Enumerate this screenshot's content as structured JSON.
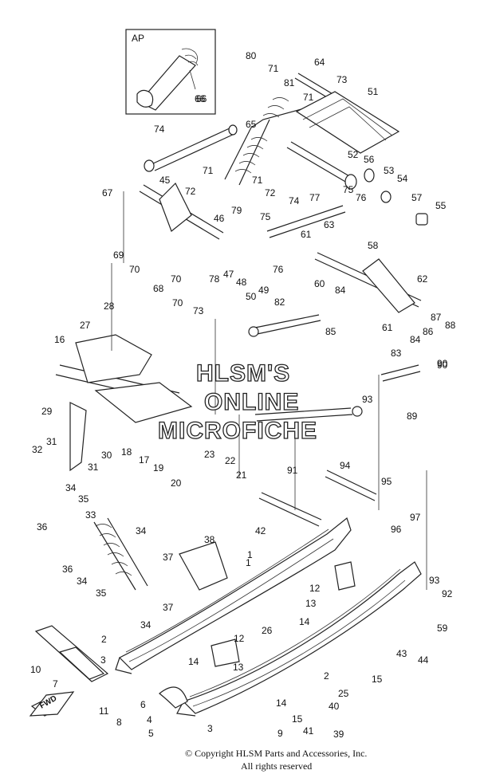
{
  "inset": {
    "label": "AP",
    "part": "66"
  },
  "watermark": {
    "line1": "HLSM'S",
    "line2": "ONLINE",
    "line3": "MICROFICHE"
  },
  "direction_arrow": "FWD",
  "copyright": {
    "line1": "© Copyright HLSM Parts and Accessories, Inc.",
    "line2": "All rights reserved"
  },
  "labels": [
    "80",
    "71",
    "81",
    "64",
    "73",
    "71",
    "51",
    "74",
    "65",
    "66",
    "67",
    "45",
    "72",
    "71",
    "71",
    "72",
    "46",
    "52",
    "56",
    "53",
    "54",
    "57",
    "55",
    "77",
    "75",
    "76",
    "74",
    "79",
    "75",
    "63",
    "61",
    "58",
    "62",
    "69",
    "70",
    "68",
    "70",
    "78",
    "47",
    "48",
    "49",
    "76",
    "50",
    "70",
    "73",
    "60",
    "84",
    "82",
    "85",
    "61",
    "86",
    "87",
    "88",
    "27",
    "28",
    "16",
    "84",
    "83",
    "90",
    "90",
    "93",
    "89",
    "29",
    "18",
    "17",
    "19",
    "20",
    "23",
    "22",
    "21",
    "91",
    "31",
    "30",
    "32",
    "31",
    "34",
    "35",
    "36",
    "33",
    "34",
    "42",
    "94",
    "95",
    "96",
    "97",
    "38",
    "37",
    "36",
    "34",
    "35",
    "1",
    "12",
    "13",
    "14",
    "37",
    "34",
    "93",
    "92",
    "26",
    "2",
    "12",
    "59",
    "43",
    "44",
    "3",
    "14",
    "13",
    "10",
    "7",
    "6",
    "4",
    "5",
    "15",
    "14",
    "25",
    "40",
    "41",
    "39",
    "3",
    "9",
    "15",
    "8",
    "11",
    "2",
    "1"
  ]
}
